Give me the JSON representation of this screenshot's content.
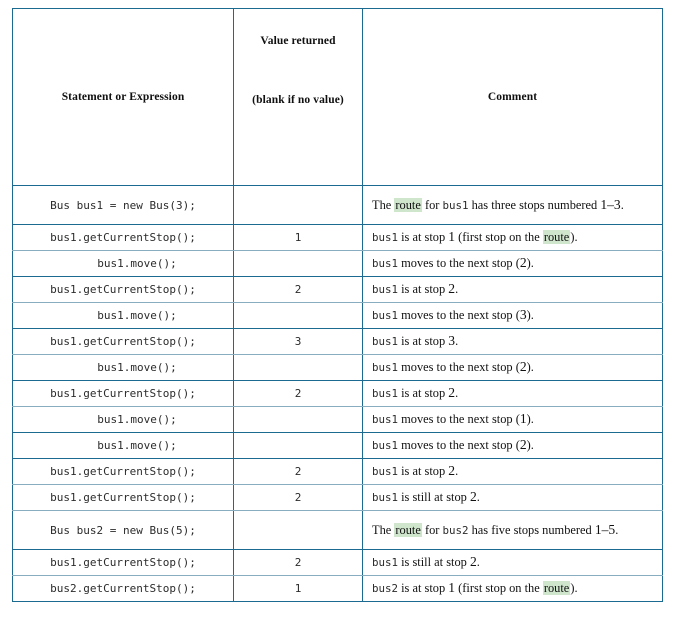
{
  "table": {
    "headers": {
      "statement": "Statement or Expression",
      "value_top": "Value returned",
      "value_bottom": "(blank if no value)",
      "comment": "Comment"
    },
    "colors": {
      "border_dark": "#1b6a92",
      "border_light": "#89adc0",
      "highlight": "#cfe6cd",
      "text": "#111111"
    },
    "rows": [
      {
        "statement": "Bus bus1 = new Bus(3);",
        "value": "",
        "comment_parts": [
          {
            "t": "The ",
            "s": "serif"
          },
          {
            "t": "route",
            "s": "highlight"
          },
          {
            "t": " for ",
            "s": "serif"
          },
          {
            "t": "bus1",
            "s": "code"
          },
          {
            "t": " has three stops numbered ",
            "s": "serif"
          },
          {
            "t": "1–3",
            "s": "num"
          },
          {
            "t": ".",
            "s": "serif"
          }
        ]
      },
      {
        "statement": "bus1.getCurrentStop();",
        "value": "1",
        "comment_parts": [
          {
            "t": "bus1",
            "s": "code"
          },
          {
            "t": " is at stop ",
            "s": "serif"
          },
          {
            "t": "1",
            "s": "num"
          },
          {
            "t": " (first stop on the ",
            "s": "serif"
          },
          {
            "t": "route",
            "s": "highlight"
          },
          {
            "t": ").",
            "s": "serif"
          }
        ]
      },
      {
        "statement": "bus1.move();",
        "value": "",
        "comment_parts": [
          {
            "t": "bus1",
            "s": "code"
          },
          {
            "t": " moves to the next stop (",
            "s": "serif"
          },
          {
            "t": "2",
            "s": "num"
          },
          {
            "t": ").",
            "s": "serif"
          }
        ]
      },
      {
        "statement": "bus1.getCurrentStop();",
        "value": "2",
        "comment_parts": [
          {
            "t": "bus1",
            "s": "code"
          },
          {
            "t": " is at stop ",
            "s": "serif"
          },
          {
            "t": "2",
            "s": "num"
          },
          {
            "t": ".",
            "s": "serif"
          }
        ]
      },
      {
        "statement": "bus1.move();",
        "value": "",
        "comment_parts": [
          {
            "t": "bus1",
            "s": "code"
          },
          {
            "t": " moves to the next stop (",
            "s": "serif"
          },
          {
            "t": "3",
            "s": "num"
          },
          {
            "t": ").",
            "s": "serif"
          }
        ]
      },
      {
        "statement": "bus1.getCurrentStop();",
        "value": "3",
        "comment_parts": [
          {
            "t": "bus1",
            "s": "code"
          },
          {
            "t": " is at stop ",
            "s": "serif"
          },
          {
            "t": "3",
            "s": "num"
          },
          {
            "t": ".",
            "s": "serif"
          }
        ]
      },
      {
        "statement": "bus1.move();",
        "value": "",
        "comment_parts": [
          {
            "t": "bus1",
            "s": "code"
          },
          {
            "t": " moves to the next stop (",
            "s": "serif"
          },
          {
            "t": "2",
            "s": "num"
          },
          {
            "t": ").",
            "s": "serif"
          }
        ]
      },
      {
        "statement": "bus1.getCurrentStop();",
        "value": "2",
        "comment_parts": [
          {
            "t": "bus1",
            "s": "code"
          },
          {
            "t": " is at stop ",
            "s": "serif"
          },
          {
            "t": "2",
            "s": "num"
          },
          {
            "t": ".",
            "s": "serif"
          }
        ]
      },
      {
        "statement": "bus1.move();",
        "value": "",
        "comment_parts": [
          {
            "t": "bus1",
            "s": "code"
          },
          {
            "t": " moves to the next stop (",
            "s": "serif"
          },
          {
            "t": "1",
            "s": "num"
          },
          {
            "t": ").",
            "s": "serif"
          }
        ]
      },
      {
        "statement": "bus1.move();",
        "value": "",
        "comment_parts": [
          {
            "t": "bus1",
            "s": "code"
          },
          {
            "t": " moves to the next stop (",
            "s": "serif"
          },
          {
            "t": "2",
            "s": "num"
          },
          {
            "t": ").",
            "s": "serif"
          }
        ]
      },
      {
        "statement": "bus1.getCurrentStop();",
        "value": "2",
        "comment_parts": [
          {
            "t": "bus1",
            "s": "code"
          },
          {
            "t": " is at stop ",
            "s": "serif"
          },
          {
            "t": "2",
            "s": "num"
          },
          {
            "t": ".",
            "s": "serif"
          }
        ]
      },
      {
        "statement": "bus1.getCurrentStop();",
        "value": "2",
        "comment_parts": [
          {
            "t": "bus1",
            "s": "code"
          },
          {
            "t": " is still at stop ",
            "s": "serif"
          },
          {
            "t": "2",
            "s": "num"
          },
          {
            "t": ".",
            "s": "serif"
          }
        ]
      },
      {
        "statement": "Bus bus2 = new Bus(5);",
        "value": "",
        "comment_parts": [
          {
            "t": "The ",
            "s": "serif"
          },
          {
            "t": "route",
            "s": "highlight"
          },
          {
            "t": " for ",
            "s": "serif"
          },
          {
            "t": "bus2",
            "s": "code"
          },
          {
            "t": " has five stops numbered ",
            "s": "serif"
          },
          {
            "t": "1–5",
            "s": "num"
          },
          {
            "t": ".",
            "s": "serif"
          }
        ]
      },
      {
        "statement": "bus1.getCurrentStop();",
        "value": "2",
        "comment_parts": [
          {
            "t": "bus1",
            "s": "code"
          },
          {
            "t": " is still at stop ",
            "s": "serif"
          },
          {
            "t": "2",
            "s": "num"
          },
          {
            "t": ".",
            "s": "serif"
          }
        ]
      },
      {
        "statement": "bus2.getCurrentStop();",
        "value": "1",
        "comment_parts": [
          {
            "t": "bus2",
            "s": "code"
          },
          {
            "t": " is at stop ",
            "s": "serif"
          },
          {
            "t": "1",
            "s": "num"
          },
          {
            "t": " (first stop on the ",
            "s": "serif"
          },
          {
            "t": "route",
            "s": "highlight"
          },
          {
            "t": ").",
            "s": "serif"
          }
        ]
      }
    ]
  }
}
